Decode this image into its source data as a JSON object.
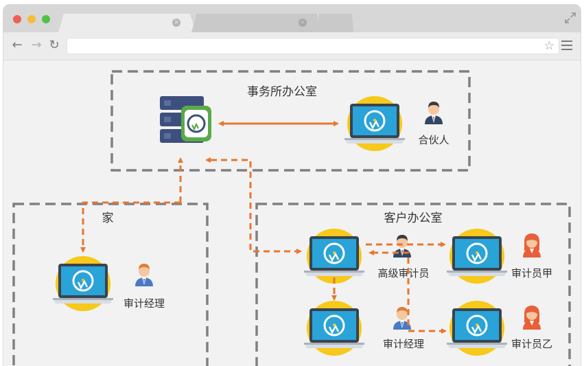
{
  "browser": {
    "tab_close_glyph": "×",
    "nav_back": "←",
    "nav_forward": "→",
    "nav_reload": "↻",
    "star_glyph": "☆",
    "traffic_colors": [
      "#ee5f56",
      "#f5bd3a",
      "#4fc244"
    ]
  },
  "diagram": {
    "office_box_label": "事务所办公室",
    "home_box_label": "家",
    "client_box_label": "客户办公室",
    "partner_label": "合伙人",
    "home_audit_manager_label": "审计经理",
    "senior_auditor_label": "高级审计员",
    "auditor_a_label": "审计员甲",
    "client_audit_manager_label": "审计经理",
    "auditor_b_label": "审计员乙",
    "colors": {
      "arrow": "#e8772e",
      "box_border": "#808080",
      "laptop_halo": "#f6c91a",
      "laptop_screen": "#29a3d8",
      "server_body": "#3d4f7c",
      "server_badge": "#5aaa4a"
    }
  }
}
